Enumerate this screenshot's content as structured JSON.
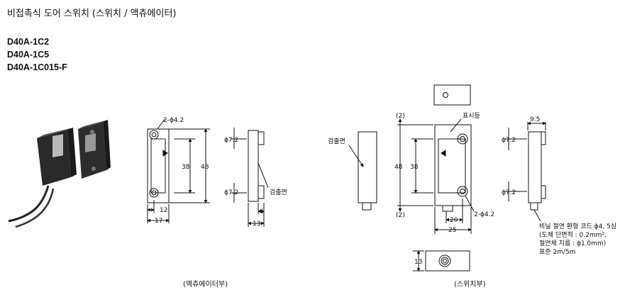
{
  "title": "비접촉식 도어 스위치 (스위치 / 액츄에이터)",
  "models": [
    "D40A-1C2",
    "D40A-1C5",
    "D40A-1C015-F"
  ],
  "actuator_drawing": {
    "hole_callout": "2-ϕ4.2",
    "dim_inner_height": "38",
    "dim_outer_height": "48",
    "dim_hole_spacing": "12",
    "dim_width": "17",
    "side_dia_top": "ϕ7.2",
    "side_dia_bottom": "ϕ7.2",
    "dim_thickness_small": "6",
    "dim_thickness": "13",
    "detect_face_label": "검출면",
    "caption": "(액츄에이터부)"
  },
  "switch_drawing": {
    "detect_face_label": "검출면",
    "indicator_label": "표시등",
    "dim_gap_top": "(2)",
    "dim_gap_bottom": "(2)",
    "dim_outer_height": "48",
    "dim_inner_height": "38",
    "hole_callout": "2-ϕ4.2",
    "dim_hole_spacing": "20",
    "dim_width": "25",
    "side_dim_top": "9.5",
    "side_dia_top": "ϕ7.2",
    "side_dia_bottom": "ϕ7.2",
    "bottom_dim": "13",
    "cable_note": [
      "비닐 절연 환형 코드 ϕ4, 5심",
      "(도체 단면적 : 0.2mm², ",
      "절연체 지름 : ϕ1.0mm)",
      "표준 2m/5m"
    ],
    "caption": "(스위치부)"
  }
}
